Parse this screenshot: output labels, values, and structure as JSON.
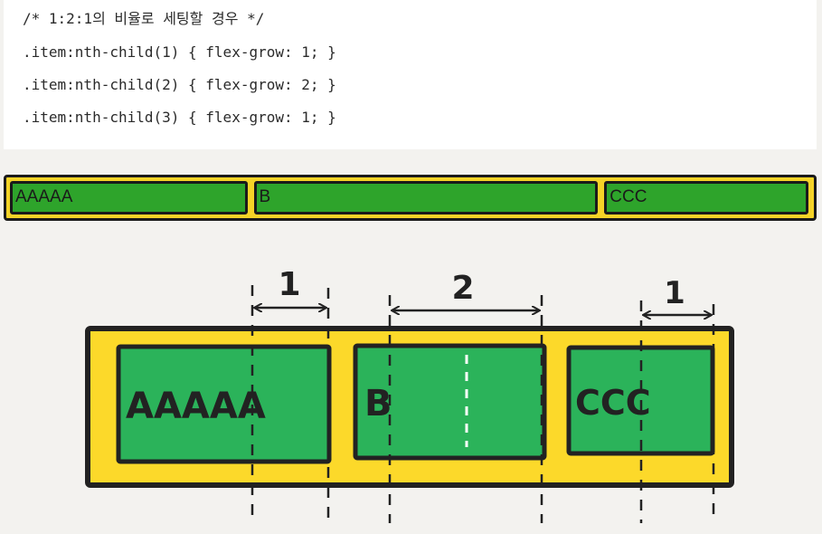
{
  "code": {
    "lines": [
      "/* 1:2:1의 비율로 세팅할 경우 */",
      ".item:nth-child(1) { flex-grow: 1; }",
      ".item:nth-child(2) { flex-grow: 2; }",
      ".item:nth-child(3) { flex-grow: 1; }"
    ]
  },
  "demo": {
    "items": [
      "AAAAA",
      "B",
      "CCC"
    ]
  },
  "illustration": {
    "items": [
      "AAAAA",
      "B",
      "CCC"
    ],
    "ratio_labels": [
      "1",
      "2",
      "1"
    ],
    "colors": {
      "container": "#fcd92a",
      "item": "#2bb35a",
      "stroke": "#222222"
    }
  }
}
